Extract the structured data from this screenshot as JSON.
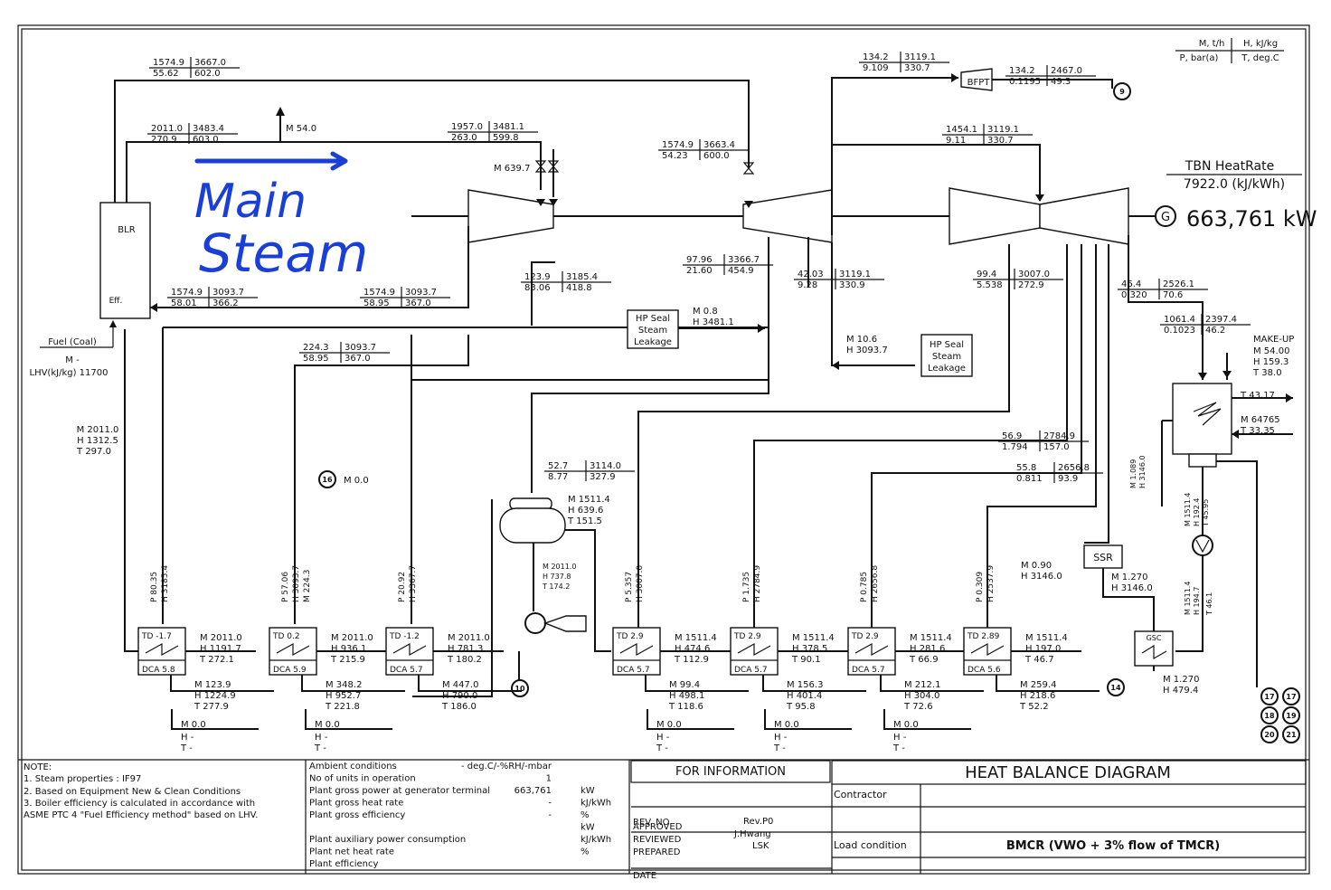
{
  "header": {
    "units_col1": "M, t/h",
    "units_col2": "H, kJ/kg",
    "units_col3": "P, bar(a)",
    "units_col4": "T, deg.C",
    "heatrate_label": "TBN HeatRate",
    "heatrate_value": "7922.0  (kJ/kWh)",
    "gen_symbol": "G",
    "gen_output": "663,761  kW"
  },
  "annotation": {
    "line1": "Main",
    "line2": "Steam"
  },
  "equipment": {
    "boiler": "BLR",
    "boiler_eff": "Eff.",
    "bfpt": "BFPT",
    "hp_seal_1": [
      "HP Seal",
      "Steam",
      "Leakage"
    ],
    "hp_seal_2": [
      "HP Seal",
      "Steam",
      "Leakage"
    ],
    "ssr": "SSR",
    "gsc": "GSC"
  },
  "fuel": {
    "label": "Fuel (Coal)",
    "m": "M -",
    "lhv": "LHV(kJ/kg) 11700"
  },
  "feedwater": {
    "m": "M 2011.0",
    "h": "H 1312.5",
    "t": "T 297.0"
  },
  "streams": [
    {
      "id": "ms_top",
      "tl": "1574.9",
      "tr": "3667.0",
      "bl": "55.62",
      "br": "602.0"
    },
    {
      "id": "ms",
      "tl": "2011.0",
      "tr": "3483.4",
      "bl": "270.9",
      "br": "603.0"
    },
    {
      "id": "hp_in",
      "tl": "1957.0",
      "tr": "3481.1",
      "bl": "263.0",
      "br": "599.8"
    },
    {
      "id": "ip_in",
      "tl": "1574.9",
      "tr": "3663.4",
      "bl": "54.23",
      "br": "600.0"
    },
    {
      "id": "bfpt_in",
      "tl": "134.2",
      "tr": "3119.1",
      "bl": "9.109",
      "br": "330.7"
    },
    {
      "id": "bfpt_out",
      "tl": "134.2",
      "tr": "2467.0",
      "bl": "0.1195",
      "br": "49.3"
    },
    {
      "id": "lp_in",
      "tl": "1454.1",
      "tr": "3119.1",
      "bl": "9.11",
      "br": "330.7"
    },
    {
      "id": "hp_ext",
      "tl": "97.96",
      "tr": "3366.7",
      "bl": "21.60",
      "br": "454.9"
    },
    {
      "id": "crh",
      "tl": "1574.9",
      "tr": "3093.7",
      "bl": "58.01",
      "br": "366.2"
    },
    {
      "id": "crh2",
      "tl": "1574.9",
      "tr": "3093.7",
      "bl": "58.95",
      "br": "367.0"
    },
    {
      "id": "hp_exh",
      "tl": "123.9",
      "tr": "3185.4",
      "bl": "83.06",
      "br": "418.8"
    },
    {
      "id": "ip_ext",
      "tl": "42.03",
      "tr": "3119.1",
      "bl": "9.28",
      "br": "330.9"
    },
    {
      "id": "lp_ext1",
      "tl": "99.4",
      "tr": "3007.0",
      "bl": "5.538",
      "br": "272.9"
    },
    {
      "id": "lp_exh",
      "tl": "46.4",
      "tr": "2526.1",
      "bl": "0.320",
      "br": "70.6"
    },
    {
      "id": "lp_exh2",
      "tl": "1061.4",
      "tr": "2397.4",
      "bl": "0.1023",
      "br": "46.2"
    },
    {
      "id": "crh3",
      "tl": "224.3",
      "tr": "3093.7",
      "bl": "58.95",
      "br": "367.0"
    },
    {
      "id": "da_in",
      "tl": "52.7",
      "tr": "3114.0",
      "bl": "8.77",
      "br": "327.9"
    },
    {
      "id": "lp_ext2",
      "tl": "56.9",
      "tr": "2784.9",
      "bl": "1.794",
      "br": "157.0"
    },
    {
      "id": "lp_ext3",
      "tl": "55.8",
      "tr": "2656.8",
      "bl": "0.811",
      "br": "93.9"
    }
  ],
  "labels": {
    "m54": "M 54.0",
    "m639": "M 639.7",
    "seal1_m": "M 0.8",
    "seal1_h": "H 3481.1",
    "seal2_m": "M 10.6",
    "seal2_h": "H 3093.7",
    "makeup": [
      "MAKE-UP",
      "M 54.00",
      "H 159.3",
      "T 38.0"
    ],
    "t4317": "T 43.17",
    "cw": [
      "M 64765",
      "T 33.35"
    ],
    "cond_v": [
      "M 1.089",
      "H 3146.0"
    ],
    "pump_v1": [
      "M 1511.4",
      "H 192.4",
      "T 45.95"
    ],
    "pump_v2": [
      "M 1511.4",
      "H 194.7",
      "T 46.1"
    ],
    "ssr_m": [
      "M 0.90",
      "H 3146.0"
    ],
    "ssr2": [
      "M 1.270",
      "H 3146.0"
    ],
    "gsc_out": [
      "M 1.270",
      "H 479.4"
    ],
    "da": [
      "M 1511.4",
      "H 639.6",
      "T 151.5"
    ],
    "da_down": [
      "M 2011.0",
      "H 737.8",
      "T 174.2"
    ],
    "m16": "M 0.0"
  },
  "heaters": [
    {
      "id": "h1",
      "td": "TD -1.7",
      "dca": "DCA 5.8",
      "p": "P 80.35",
      "h": "H 3185.4",
      "out": [
        "M 2011.0",
        "H 1191.7",
        "T 272.1"
      ],
      "drain": [
        "M 123.9",
        "H 1224.9",
        "T 277.9"
      ]
    },
    {
      "id": "h2",
      "td": "TD 0.2",
      "dca": "DCA 5.9",
      "p": "P 57.06",
      "h": "H 3093.7",
      "m": "M 224.3",
      "out": [
        "M 2011.0",
        "H 936.1",
        "T 215.9"
      ],
      "drain": [
        "M 348.2",
        "H 952.7",
        "T 221.8"
      ]
    },
    {
      "id": "h3",
      "td": "TD -1.2",
      "dca": "DCA 5.7",
      "p": "P 20.92",
      "h": "H 3367.7",
      "out": [
        "M 2011.0",
        "H 781.3",
        "T 180.2"
      ],
      "drain": [
        "M 447.0",
        "H 790.0",
        "T 186.0"
      ]
    },
    {
      "id": "h5",
      "td": "TD 2.9",
      "dca": "DCA 5.7",
      "p": "P 5.357",
      "h": "H 3007.0",
      "out": [
        "M 1511.4",
        "H 474.6",
        "T 112.9"
      ],
      "drain": [
        "M 99.4",
        "H 498.1",
        "T 118.6"
      ]
    },
    {
      "id": "h6",
      "td": "TD 2.9",
      "dca": "DCA 5.7",
      "p": "P 1.735",
      "h": "H 2784.9",
      "out": [
        "M 1511.4",
        "H 378.5",
        "T 90.1"
      ],
      "drain": [
        "M 156.3",
        "H 401.4",
        "T 95.8"
      ]
    },
    {
      "id": "h7",
      "td": "TD 2.9",
      "dca": "DCA 5.7",
      "p": "P 0.785",
      "h": "H 2656.8",
      "out": [
        "M 1511.4",
        "H 281.6",
        "T 66.9"
      ],
      "drain": [
        "M 212.1",
        "H 304.0",
        "T 72.6"
      ]
    },
    {
      "id": "h8",
      "td": "TD 2.89",
      "dca": "DCA 5.6",
      "p": "P 0.309",
      "h": "H 2537.9",
      "out": [
        "M 1511.4",
        "H 197.0",
        "T 46.7"
      ],
      "drain": [
        "M 259.4",
        "H 218.6",
        "T 52.2"
      ]
    }
  ],
  "drains_zero": [
    {
      "m": "M 0.0",
      "h": "H -",
      "t": "T -",
      "n": "17"
    },
    {
      "m": "M 0.0",
      "h": "H -",
      "t": "T -",
      "n": "18"
    },
    {
      "m": "M 0.0",
      "h": "H -",
      "t": "T -",
      "n": "19"
    },
    {
      "m": "M 0.0",
      "h": "H -",
      "t": "T -",
      "n": "20"
    },
    {
      "m": "M 0.0",
      "h": "H -",
      "t": "T -",
      "n": "21"
    }
  ],
  "nodes": [
    "9",
    "10",
    "14",
    "16",
    "17",
    "18",
    "19",
    "20",
    "21"
  ],
  "footer": {
    "note_title": "NOTE:",
    "notes": [
      "1. Steam properties : IF97",
      "2. Based on Equipment New & Clean Conditions",
      "3. Boiler efficiency is calculated in accordance with",
      "    ASME PTC 4 \"Fuel Efficiency method\" based on LHV."
    ],
    "cond_rows": [
      {
        "label": "Ambient conditions",
        "val": "- deg.C/-%RH/-mbar",
        "unit": ""
      },
      {
        "label": "No of units in operation",
        "val": "1",
        "unit": ""
      },
      {
        "label": "Plant gross power at generator terminal",
        "val": "663,761",
        "unit": "kW"
      },
      {
        "label": "Plant gross heat rate",
        "val": "-",
        "unit": "kJ/kWh"
      },
      {
        "label": "Plant gross efficiency",
        "val": "-",
        "unit": "%"
      },
      {
        "label": "",
        "val": "",
        "unit": "kW"
      },
      {
        "label": "Plant auxiliary power consumption",
        "val": "",
        "unit": "kJ/kWh"
      },
      {
        "label": "Plant net heat rate",
        "val": "",
        "unit": "%"
      },
      {
        "label": "Plant      efficiency",
        "val": "",
        "unit": ""
      }
    ],
    "for_info": "FOR INFORMATION",
    "title": "HEAT BALANCE DIAGRAM",
    "contractor": "Contractor",
    "rev_no": "REV. NO",
    "approved": "APPROVED",
    "reviewed": "REVIEWED",
    "prepared": "PREPARED",
    "date": "DATE",
    "rev_val": "Rev.P0",
    "reviewer": "J.Hwang",
    "preparer": "LSK",
    "load_label": "Load condition",
    "load_value": "BMCR (VWO + 3% flow of TMCR)"
  }
}
